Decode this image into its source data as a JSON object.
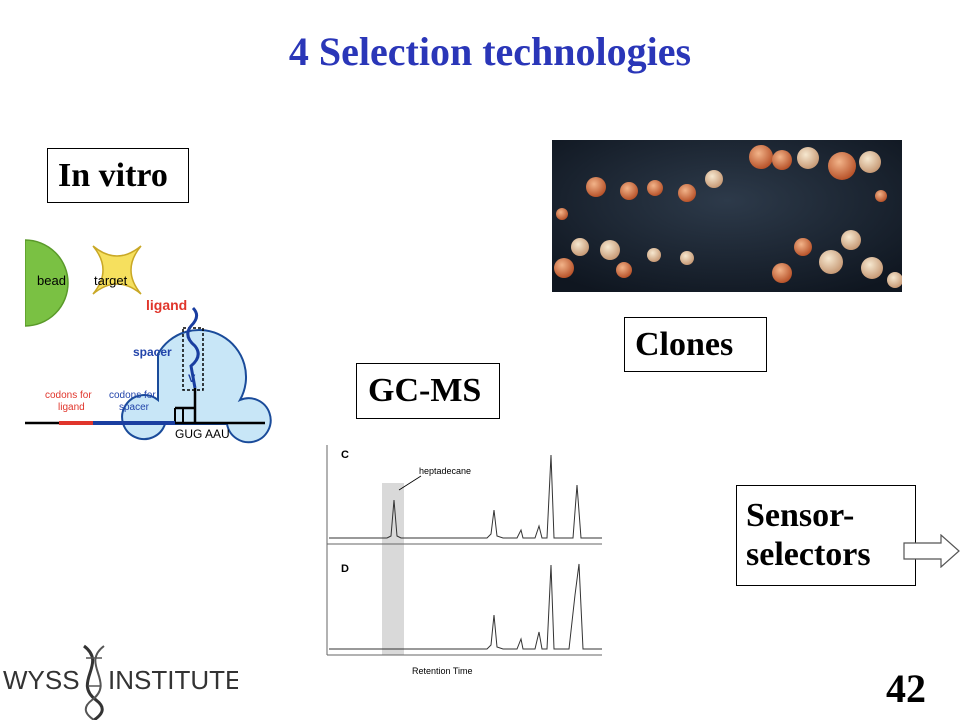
{
  "slide": {
    "title": "4 Selection technologies",
    "in_vitro_label": "In vitro",
    "clones_label": "Clones",
    "gcms_label": "GC-MS",
    "sensor_label_line1": "Sensor-",
    "sensor_label_line2": "selectors",
    "page_number": "42"
  },
  "mechanism_diagram": {
    "bead": "bead",
    "target": "target",
    "ligand": "ligand",
    "spacer": "spacer",
    "codons_ligand_1": "codons for",
    "codons_ligand_2": "ligand",
    "codons_spacer_1": "codons for",
    "codons_spacer_2": "spacer",
    "codon_gug": "GUG",
    "codon_aau": "AAU",
    "colors": {
      "bead": "#7ac143",
      "target": "#f6e05e",
      "ribosome": "#c8e6f7",
      "ligand_text": "#e0352b",
      "spacer_text": "#2244aa"
    }
  },
  "chromatogram": {
    "panel_c": "C",
    "panel_d": "D",
    "peak_label": "heptadecane",
    "x_axis_label": "Retention Time"
  },
  "logo": {
    "part1": "WYSS",
    "part2": "INSTITUTE"
  },
  "colors": {
    "title": "#2a36b8"
  }
}
